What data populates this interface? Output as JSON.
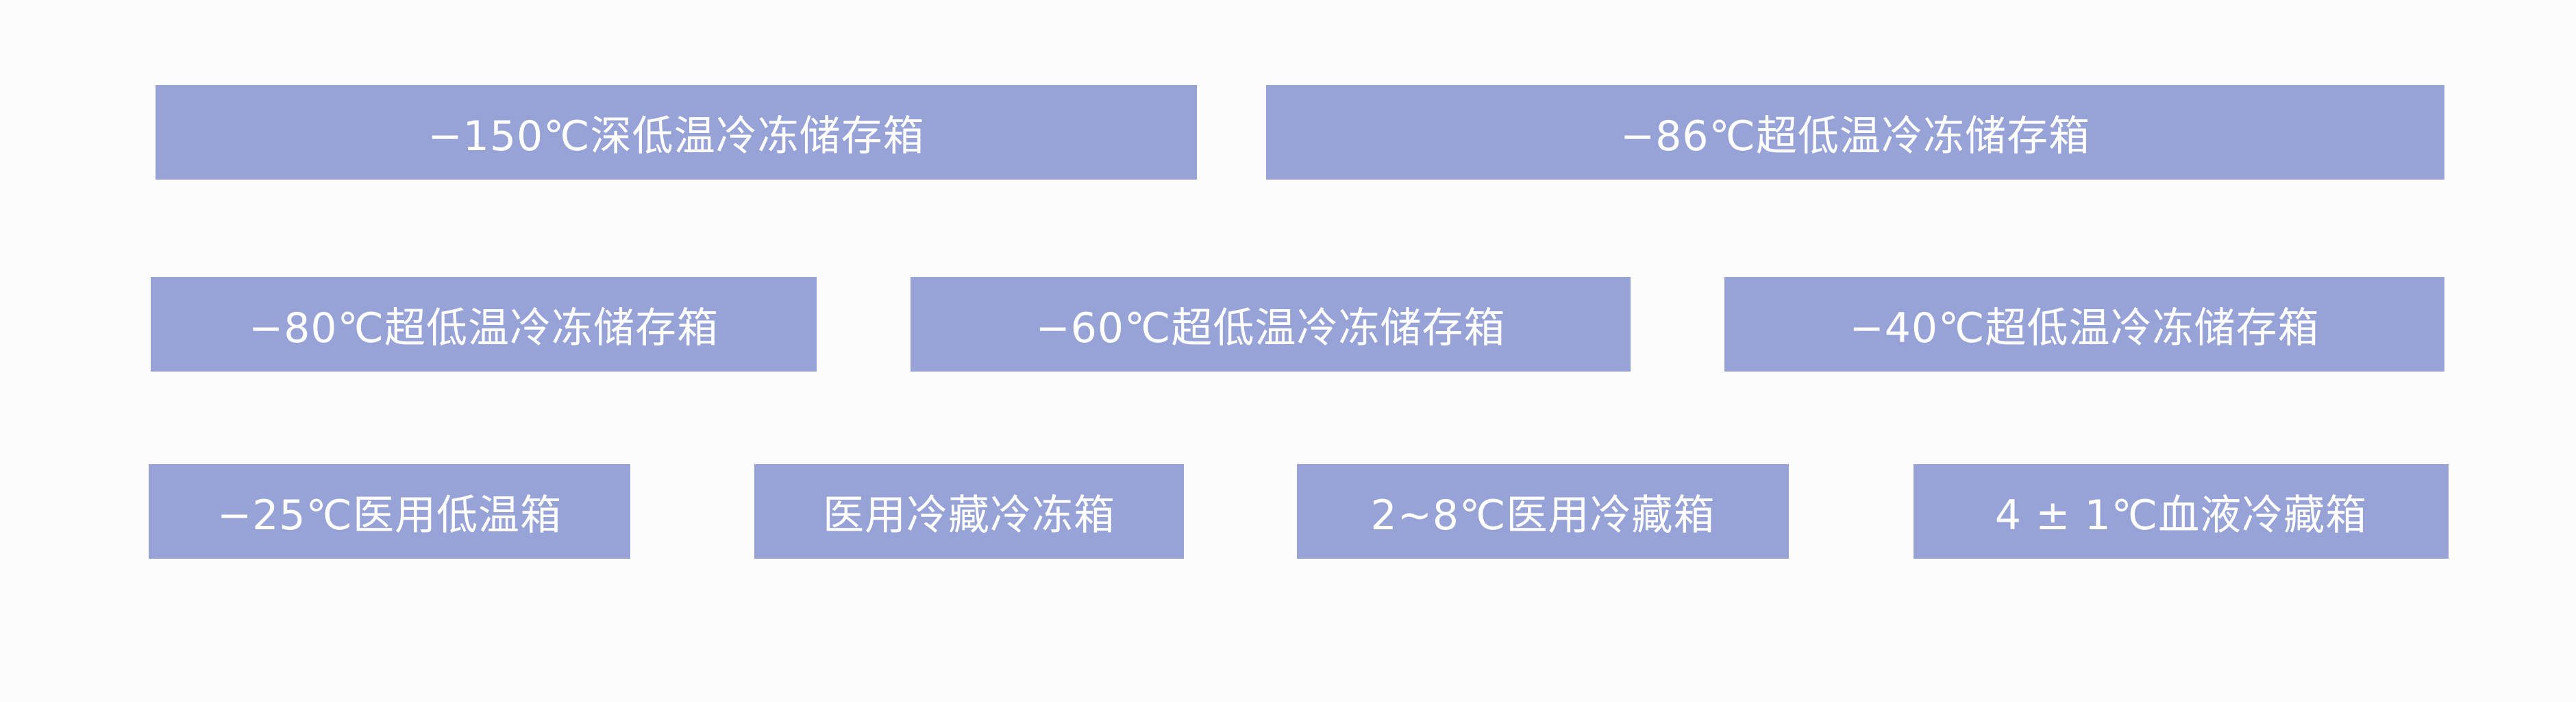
{
  "categories": [
    {
      "label": "−150℃深低温冷冻储存箱"
    },
    {
      "label": "−86℃超低温冷冻储存箱"
    },
    {
      "label": "−80℃超低温冷冻储存箱"
    },
    {
      "label": "−60℃超低温冷冻储存箱"
    },
    {
      "label": "−40℃超低温冷冻储存箱"
    },
    {
      "label": "−25℃医用低温箱"
    },
    {
      "label": "医用冷藏冷冻箱"
    },
    {
      "label": "2~8℃医用冷藏箱"
    },
    {
      "label": "4 ± 1℃血液冷藏箱"
    }
  ],
  "colors": {
    "background": "#fcfcfd",
    "tag_background": "#97a3d7",
    "tag_text": "#ffffff"
  }
}
